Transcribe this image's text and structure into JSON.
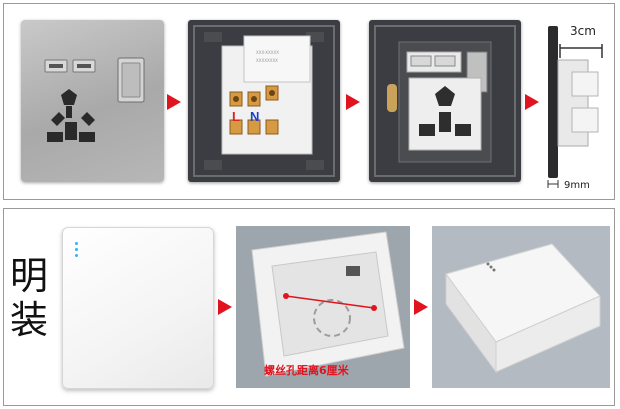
{
  "top_panel": {
    "dimension_depth": "3cm",
    "dimension_thickness": "9mm",
    "terminal_l": "L",
    "terminal_n": "N"
  },
  "bottom_panel": {
    "side_title": "明装",
    "hole_note": "螺丝孔距离6厘米"
  },
  "colors": {
    "arrow": "#e0141e",
    "terminal_l": "#e02020",
    "terminal_n": "#1e3fc8",
    "indicator": "#3ab4e6"
  }
}
